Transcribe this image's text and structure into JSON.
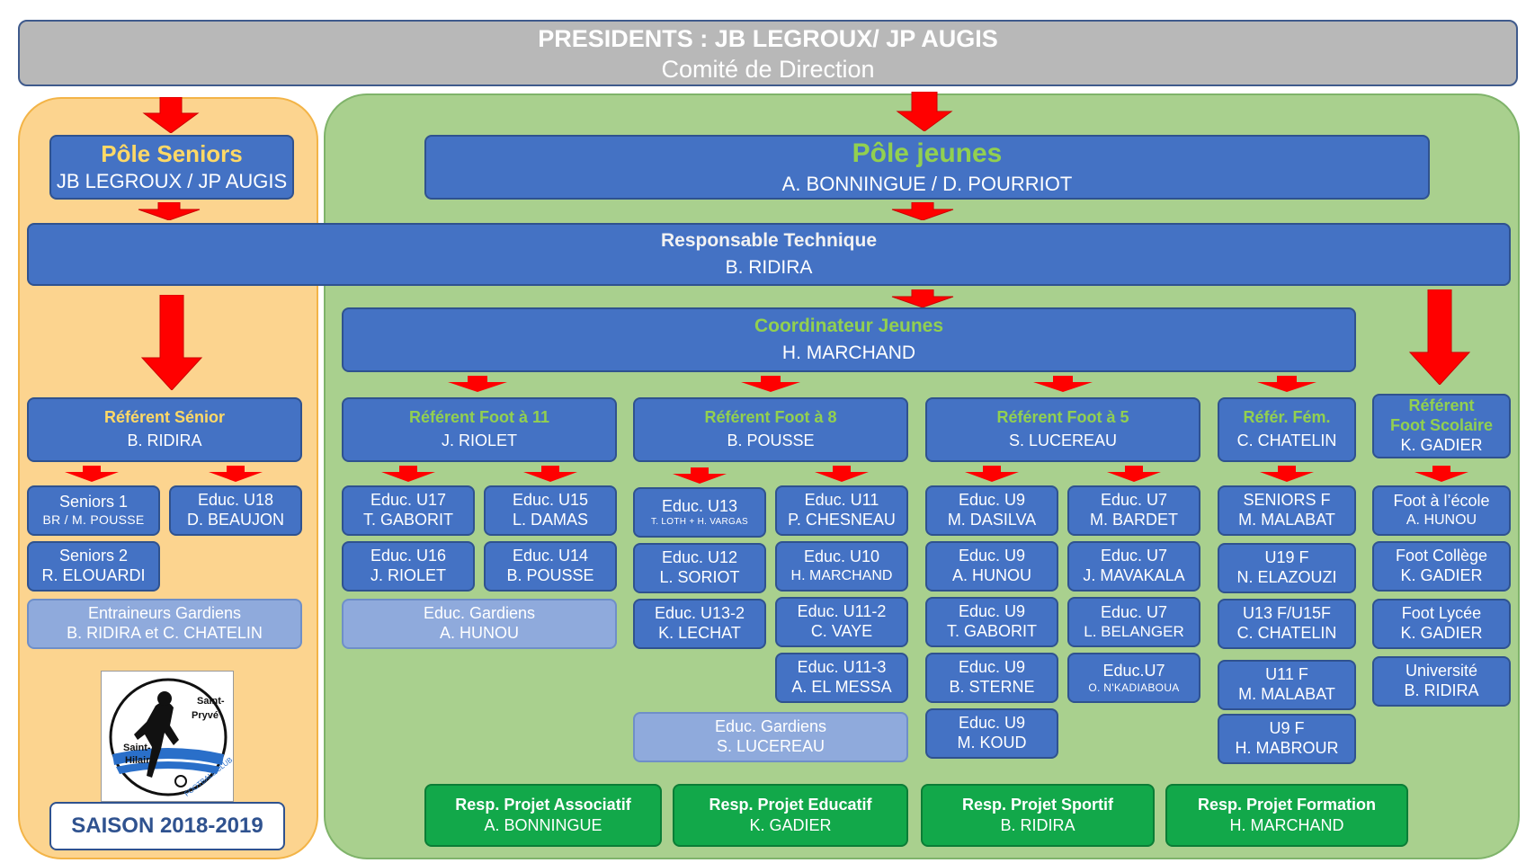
{
  "header": {
    "title": "PRESIDENTS : JB LEGROUX/ JP AUGIS",
    "subtitle": "Comité de Direction"
  },
  "pole_seniors": {
    "title": "Pôle  Seniors",
    "names": "JB LEGROUX / JP AUGIS"
  },
  "pole_jeunes": {
    "title": "Pôle jeunes",
    "names": "A. BONNINGUE / D. POURRIOT"
  },
  "resp_technique": {
    "title": "Responsable Technique",
    "name": "B. RIDIRA"
  },
  "coordinateur": {
    "title": "Coordinateur Jeunes",
    "name": "H. MARCHAND"
  },
  "referent_senior": {
    "title": "Référent Sénior",
    "name": "B. RIDIRA"
  },
  "referent_foot11": {
    "title": "Référent Foot à 11",
    "name": "J. RIOLET"
  },
  "referent_foot8": {
    "title": "Référent Foot à 8",
    "name": "B. POUSSE"
  },
  "referent_foot5": {
    "title": "Référent Foot à 5",
    "name": "S. LUCEREAU"
  },
  "referent_fem": {
    "title": "Référ. Fém.",
    "name": "C. CHATELIN"
  },
  "referent_scolaire": {
    "title1": "Référent",
    "title2": "Foot Scolaire",
    "name": "K. GADIER"
  },
  "seniors_col": [
    {
      "title": "Seniors 1",
      "name": "BR / M. POUSSE"
    },
    {
      "title": "Educ. U18",
      "name": "D. BEAUJON"
    },
    {
      "title": "Seniors 2",
      "name": "R. ELOUARDI"
    }
  ],
  "gardiens_seniors": {
    "title": "Entraineurs Gardiens",
    "name": "B. RIDIRA et C. CHATELIN"
  },
  "foot11": [
    {
      "title": "Educ. U17",
      "name": "T. GABORIT"
    },
    {
      "title": "Educ. U15",
      "name": "L. DAMAS"
    },
    {
      "title": "Educ. U16",
      "name": "J. RIOLET"
    },
    {
      "title": "Educ. U14",
      "name": "B. POUSSE"
    }
  ],
  "gardiens_foot11": {
    "title": "Educ. Gardiens",
    "name": "A. HUNOU"
  },
  "foot8_left": [
    {
      "title": "Educ. U13",
      "name": "T. LOTH + H. VARGAS"
    },
    {
      "title": "Educ. U12",
      "name": "L. SORIOT"
    },
    {
      "title": "Educ. U13-2",
      "name": "K. LECHAT"
    }
  ],
  "foot8_right": [
    {
      "title": "Educ. U11",
      "name": "P. CHESNEAU"
    },
    {
      "title": "Educ. U10",
      "name": "H. MARCHAND"
    },
    {
      "title": "Educ. U11-2",
      "name": "C. VAYE"
    },
    {
      "title": "Educ. U11-3",
      "name": "A. EL MESSA"
    }
  ],
  "gardiens_foot8": {
    "title": "Educ. Gardiens",
    "name": "S. LUCEREAU"
  },
  "foot5_left": [
    {
      "title": "Educ. U9",
      "name": "M. DASILVA"
    },
    {
      "title": "Educ. U9",
      "name": "A. HUNOU"
    },
    {
      "title": "Educ. U9",
      "name": "T. GABORIT"
    },
    {
      "title": "Educ. U9",
      "name": "B. STERNE"
    },
    {
      "title": "Educ. U9",
      "name": "M. KOUD"
    }
  ],
  "foot5_right": [
    {
      "title": "Educ. U7",
      "name": "M. BARDET"
    },
    {
      "title": "Educ. U7",
      "name": "J. MAVAKALA"
    },
    {
      "title": "Educ. U7",
      "name": "L. BELANGER"
    },
    {
      "title": "Educ.U7",
      "name": "O. N'KADIABOUA"
    }
  ],
  "feminines": [
    {
      "title": "SENIORS F",
      "name": "M. MALABAT"
    },
    {
      "title": "U19 F",
      "name": "N. ELAZOUZI"
    },
    {
      "title": "U13 F/U15F",
      "name": "C. CHATELIN"
    },
    {
      "title": "U11 F",
      "name": "M. MALABAT"
    },
    {
      "title": "U9 F",
      "name": "H. MABROUR"
    }
  ],
  "scolaire": [
    {
      "title": "Foot à l’école",
      "name": "A. HUNOU"
    },
    {
      "title": "Foot Collège",
      "name": "K. GADIER"
    },
    {
      "title": "Foot Lycée",
      "name": "K. GADIER"
    },
    {
      "title": "Université",
      "name": "B. RIDIRA"
    }
  ],
  "projets": [
    {
      "title": "Resp. Projet Associatif",
      "name": "A. BONNINGUE"
    },
    {
      "title": "Resp. Projet Educatif",
      "name": "K. GADIER"
    },
    {
      "title": "Resp. Projet Sportif",
      "name": "B. RIDIRA"
    },
    {
      "title": "Resp. Projet Formation",
      "name": "H. MARCHAND"
    }
  ],
  "logo": {
    "line1": "Saint-",
    "line2": "Pryvé",
    "line3": "Saint-",
    "line4": "Hilaire",
    "line5": "FOOTBALL CLUB"
  },
  "season": "SAISON 2018-2019",
  "colors": {
    "box_blue": "#4472c4",
    "box_light": "#8faadc",
    "box_green": "#12a84a",
    "arrow_red": "#ff0000",
    "seniors_bg": "#fcd48f",
    "jeunes_bg": "#a9d08e"
  }
}
